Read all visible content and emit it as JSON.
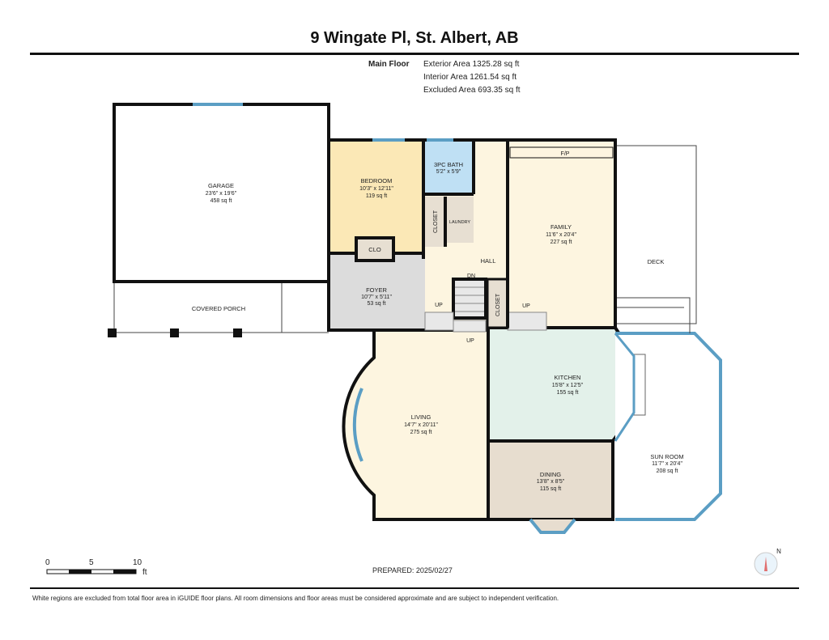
{
  "header": {
    "title": "9 Wingate Pl, St. Albert, AB"
  },
  "floor": {
    "name": "Main Floor",
    "exterior": "Exterior Area 1325.28 sq ft",
    "interior": "Interior Area 1261.54 sq ft",
    "excluded": "Excluded Area 693.35 sq ft"
  },
  "rooms": {
    "garage": {
      "name": "GARAGE",
      "dims": "23'6\" x 19'6\"",
      "area": "458 sq ft"
    },
    "porch": {
      "name": "COVERED PORCH"
    },
    "bedroom": {
      "name": "BEDROOM",
      "dims": "10'3\" x 12'11\"",
      "area": "119 sq ft"
    },
    "bath": {
      "name": "3PC BATH",
      "dims": "5'2\" x 5'9\""
    },
    "closet1": {
      "name": "CLOSET"
    },
    "laundry": {
      "name": "LAUNDRY"
    },
    "clo": {
      "name": "CLO"
    },
    "hall": {
      "name": "HALL"
    },
    "family": {
      "name": "FAMILY",
      "dims": "11'6\" x 20'4\"",
      "area": "227 sq ft"
    },
    "fp": {
      "name": "F/P"
    },
    "deck": {
      "name": "DECK"
    },
    "foyer": {
      "name": "FOYER",
      "dims": "10'7\" x 5'11\"",
      "area": "53 sq ft"
    },
    "closet2": {
      "name": "CLOSET"
    },
    "kitchen": {
      "name": "KITCHEN",
      "dims": "15'8\" x 12'5\"",
      "area": "155 sq ft"
    },
    "living": {
      "name": "LIVING",
      "dims": "14'7\" x 20'11\"",
      "area": "275 sq ft"
    },
    "dining": {
      "name": "DINING",
      "dims": "13'8\" x 8'5\"",
      "area": "115 sq ft"
    },
    "sunroom": {
      "name": "SUN ROOM",
      "dims": "11'7\" x 20'4\"",
      "area": "208 sq ft"
    }
  },
  "stairs": {
    "dn": "DN",
    "up1": "UP",
    "up2": "UP",
    "up3": "UP"
  },
  "scale": {
    "t0": "0",
    "t5": "5",
    "t10": "10",
    "unit": "ft"
  },
  "compass": {
    "label": "N"
  },
  "footer": {
    "prepared": "PREPARED: 2025/02/27",
    "disclaimer": "White regions are excluded from total floor area in iGUIDE floor plans. All room dimensions and floor areas must be considered approximate and are subject to independent verification."
  },
  "colors": {
    "bedroom": "#fbe8b6",
    "bath": "#bfe0f4",
    "hall": "#fdf5e0",
    "foyer": "#dcdcdc",
    "kitchen": "#e3f1ea",
    "dining": "#e7ddcf",
    "closet": "#e7dfd2",
    "window": "#5b9ec4"
  }
}
